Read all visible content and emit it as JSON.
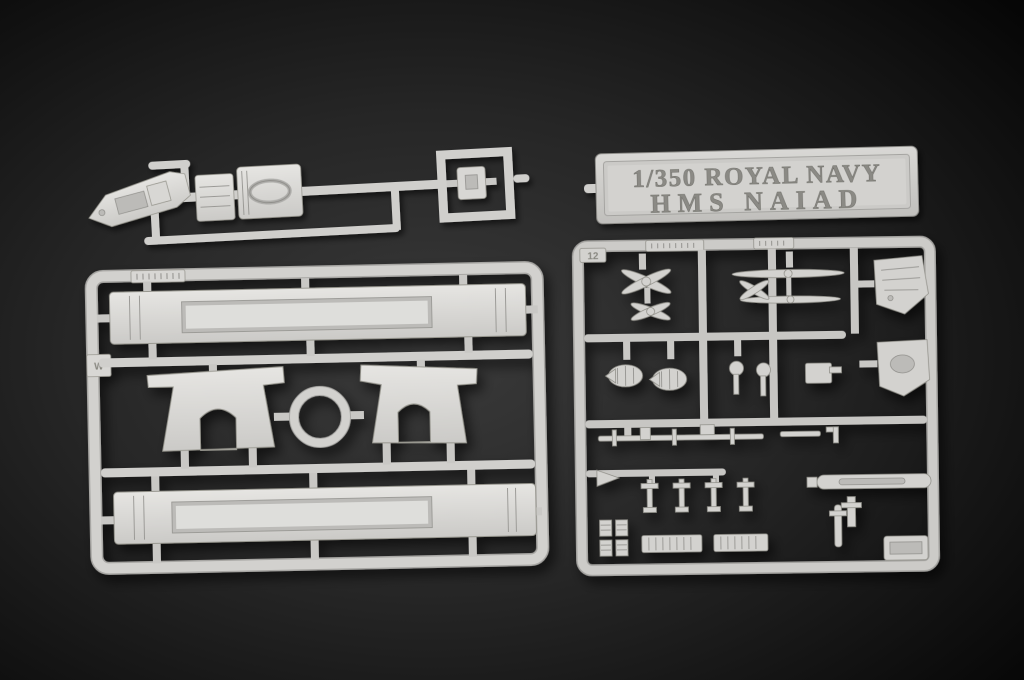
{
  "meta": {
    "alt": "Light grey injection-moulded plastic model kit sprues on a black background"
  },
  "nameplate": {
    "line1": "1/350 ROYAL NAVY",
    "line2": "HMS NAIAD"
  },
  "sprues": {
    "left_large": {
      "tag_letter": "W"
    },
    "right_detail": {
      "tag_number": "12"
    }
  },
  "colors": {
    "background": "#161616",
    "plastic": "#d2d1ce",
    "plastic_highlight": "#e6e5e2",
    "plastic_shadow": "#a7a6a3",
    "embossed_text": "#8b8a85"
  }
}
